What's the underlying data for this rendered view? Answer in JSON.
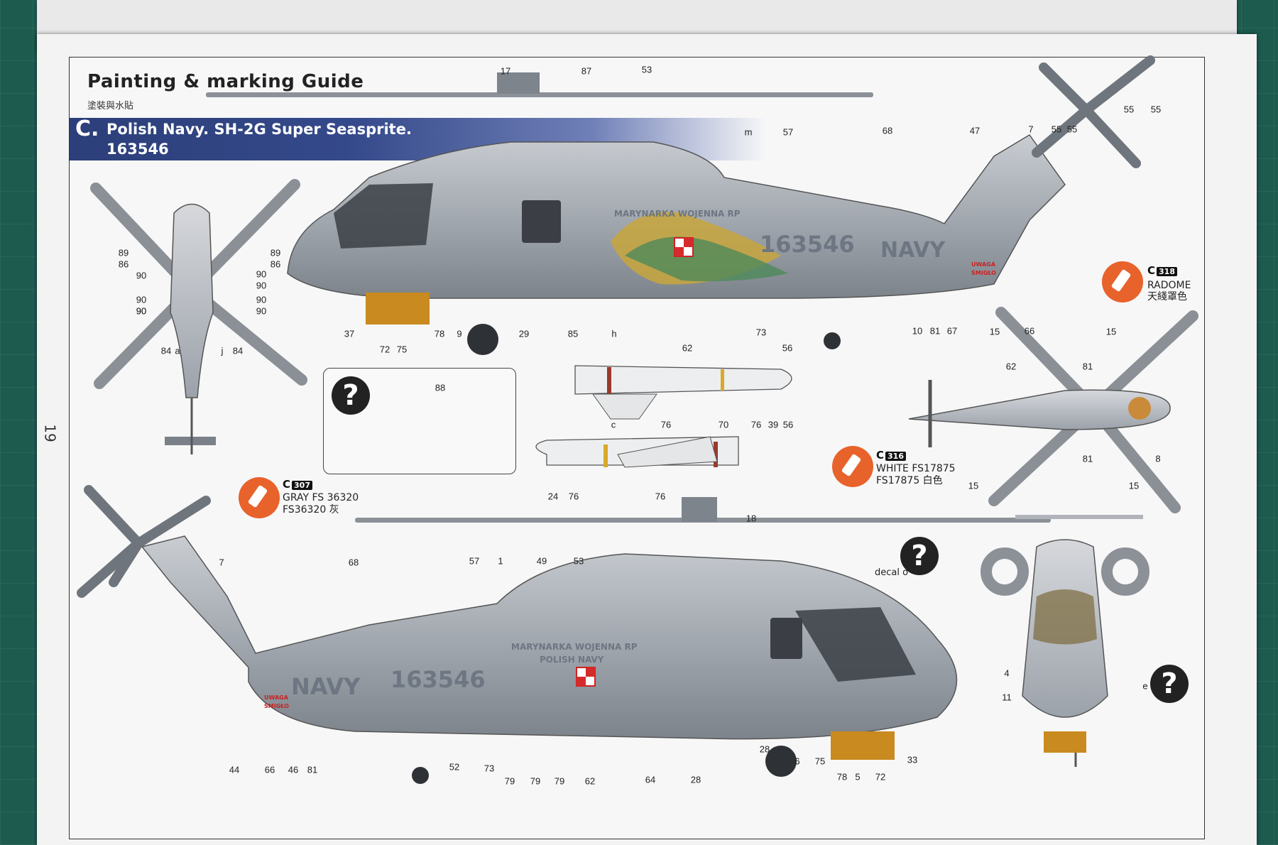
{
  "page": {
    "number": "19"
  },
  "header": {
    "title": "Painting & marking Guide",
    "subtitle": "塗裝與水貼"
  },
  "scheme": {
    "letter": "C.",
    "name": "Polish Navy. SH-2G Super Seasprite.",
    "serial": "163546"
  },
  "colors": {
    "radome": {
      "code": "C",
      "number": "318",
      "name": "RADOME",
      "name_cn": "天綫罩色"
    },
    "white": {
      "code": "C",
      "number": "316",
      "name": "WHITE  FS17875",
      "name_cn": "FS17875 白色"
    },
    "gray": {
      "code": "C",
      "number": "307",
      "name": "GRAY FS 36320",
      "name_cn": "FS36320 灰"
    }
  },
  "markings": {
    "top_side_text_1": "MARYNARKA WOJENNA RP",
    "top_side_serial": "163546",
    "top_side_navy": "NAVY",
    "bottom_side_text_1": "MARYNARKA WOJENNA RP",
    "bottom_side_text_2": "POLISH NAVY",
    "bottom_side_serial": "163546",
    "bottom_side_navy": "NAVY",
    "warning_1": "UWAGA",
    "warning_2": "ŚMIGŁO",
    "decal_o": "decal o"
  },
  "callouts": {
    "top_side": [
      "17",
      "87",
      "53",
      "m",
      "57",
      "68",
      "47",
      "7",
      "55",
      "55",
      "55",
      "55",
      "37",
      "72",
      "75",
      "78",
      "9",
      "29",
      "85",
      "h",
      "62",
      "73",
      "10",
      "81",
      "67",
      "66"
    ],
    "plan_view": [
      "89",
      "86",
      "90",
      "90",
      "90",
      "90",
      "89",
      "86",
      "90",
      "90",
      "90",
      "90",
      "84",
      "a",
      "j",
      "84"
    ],
    "missiles": [
      "56",
      "c",
      "76",
      "70",
      "76",
      "39",
      "56",
      "24",
      "76",
      "76",
      "88"
    ],
    "bottom_view": [
      "62",
      "81",
      "81",
      "8",
      "15",
      "15",
      "15",
      "15"
    ],
    "bottom_side": [
      "18",
      "68",
      "57",
      "1",
      "49",
      "53",
      "7",
      "44",
      "66",
      "46",
      "81",
      "52",
      "73",
      "79",
      "79",
      "79",
      "62",
      "64",
      "28",
      "28",
      "6",
      "75",
      "78",
      "5",
      "72",
      "33"
    ],
    "front_view": [
      "4",
      "11",
      "e"
    ]
  },
  "accent_colors": {
    "band": "#2c3f7a",
    "paint_icon": "#e8622b",
    "heli_gray": "#9aa0a8"
  }
}
